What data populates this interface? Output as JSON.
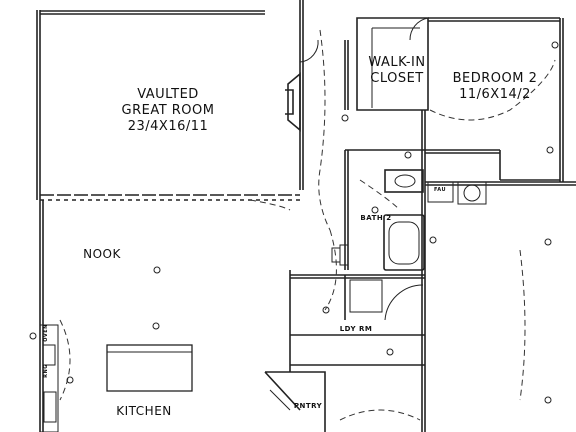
{
  "rooms": {
    "great_room": {
      "name_line1": "VAULTED",
      "name_line2": "GREAT ROOM",
      "dims": "23/4X16/11"
    },
    "closet": {
      "name_line1": "WALK-IN",
      "name_line2": "CLOSET"
    },
    "bedroom2": {
      "name": "BEDROOM 2",
      "dims": "11/6X14/2"
    },
    "nook": {
      "name": "NOOK"
    },
    "kitchen": {
      "name": "KITCHEN"
    },
    "bath2": {
      "name": "BATH 2"
    },
    "laundry": {
      "name": "LDY RM"
    },
    "pantry": {
      "name": "PNTRY"
    }
  },
  "fixtures": {
    "fau": "FAU",
    "oven": "OVEN",
    "range": "RNG"
  }
}
